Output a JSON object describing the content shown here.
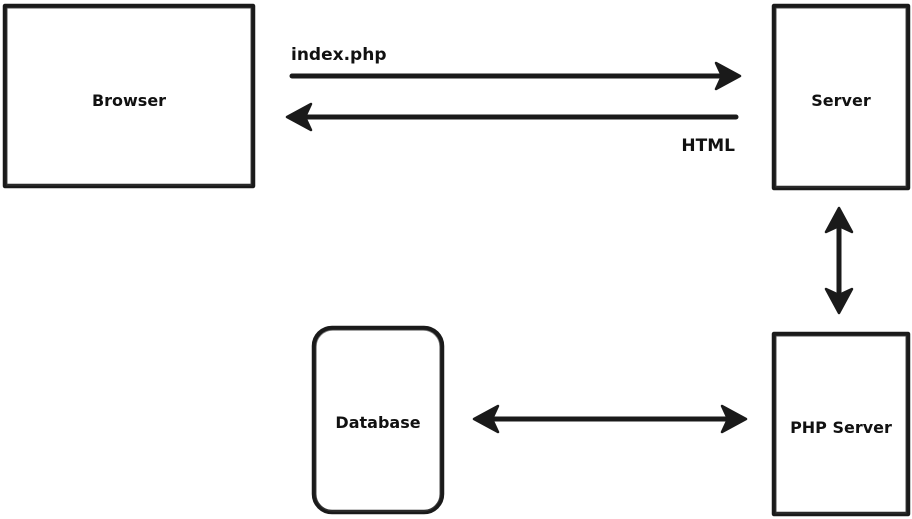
{
  "nodes": {
    "browser": {
      "label": "Browser"
    },
    "server": {
      "label": "Server"
    },
    "php_server": {
      "label": "PHP Server"
    },
    "database": {
      "label": "Database"
    }
  },
  "edges": {
    "request": {
      "label": "index.php",
      "from": "Browser",
      "to": "Server"
    },
    "response": {
      "label": "HTML",
      "from": "Server",
      "to": "Browser"
    },
    "server_php": {
      "from": "Server",
      "to": "PHP Server",
      "direction": "both"
    },
    "php_database": {
      "from": "PHP Server",
      "to": "Database",
      "direction": "both"
    }
  },
  "colors": {
    "stroke": "#1a1a1a",
    "background": "#ffffff"
  }
}
